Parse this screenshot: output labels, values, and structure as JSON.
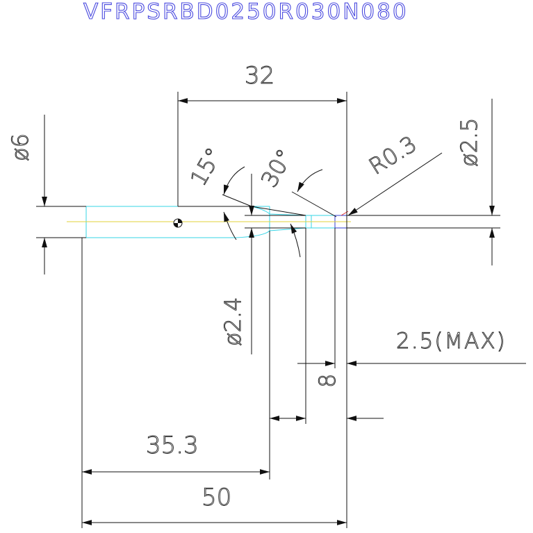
{
  "title": "VFRPSRBD0250R030N080",
  "dimensions": {
    "overall_32": "32",
    "shank_dia": "ø6",
    "angle_15": "15°",
    "angle_30": "30°",
    "radius": "R0.3",
    "tip_dia": "ø2.5",
    "neck_dia": "ø2.4",
    "max_depth": "2.5(MAX)",
    "neck_len": "8",
    "len_35_3": "35.3",
    "overall_50": "50"
  },
  "colors": {
    "title": "#4a4adf",
    "outline": "#35d4e6",
    "centerline": "#e0d23a",
    "tip_outline": "#2f3fd0",
    "radius_mark": "#e02b2b",
    "dimension": "#111111"
  }
}
